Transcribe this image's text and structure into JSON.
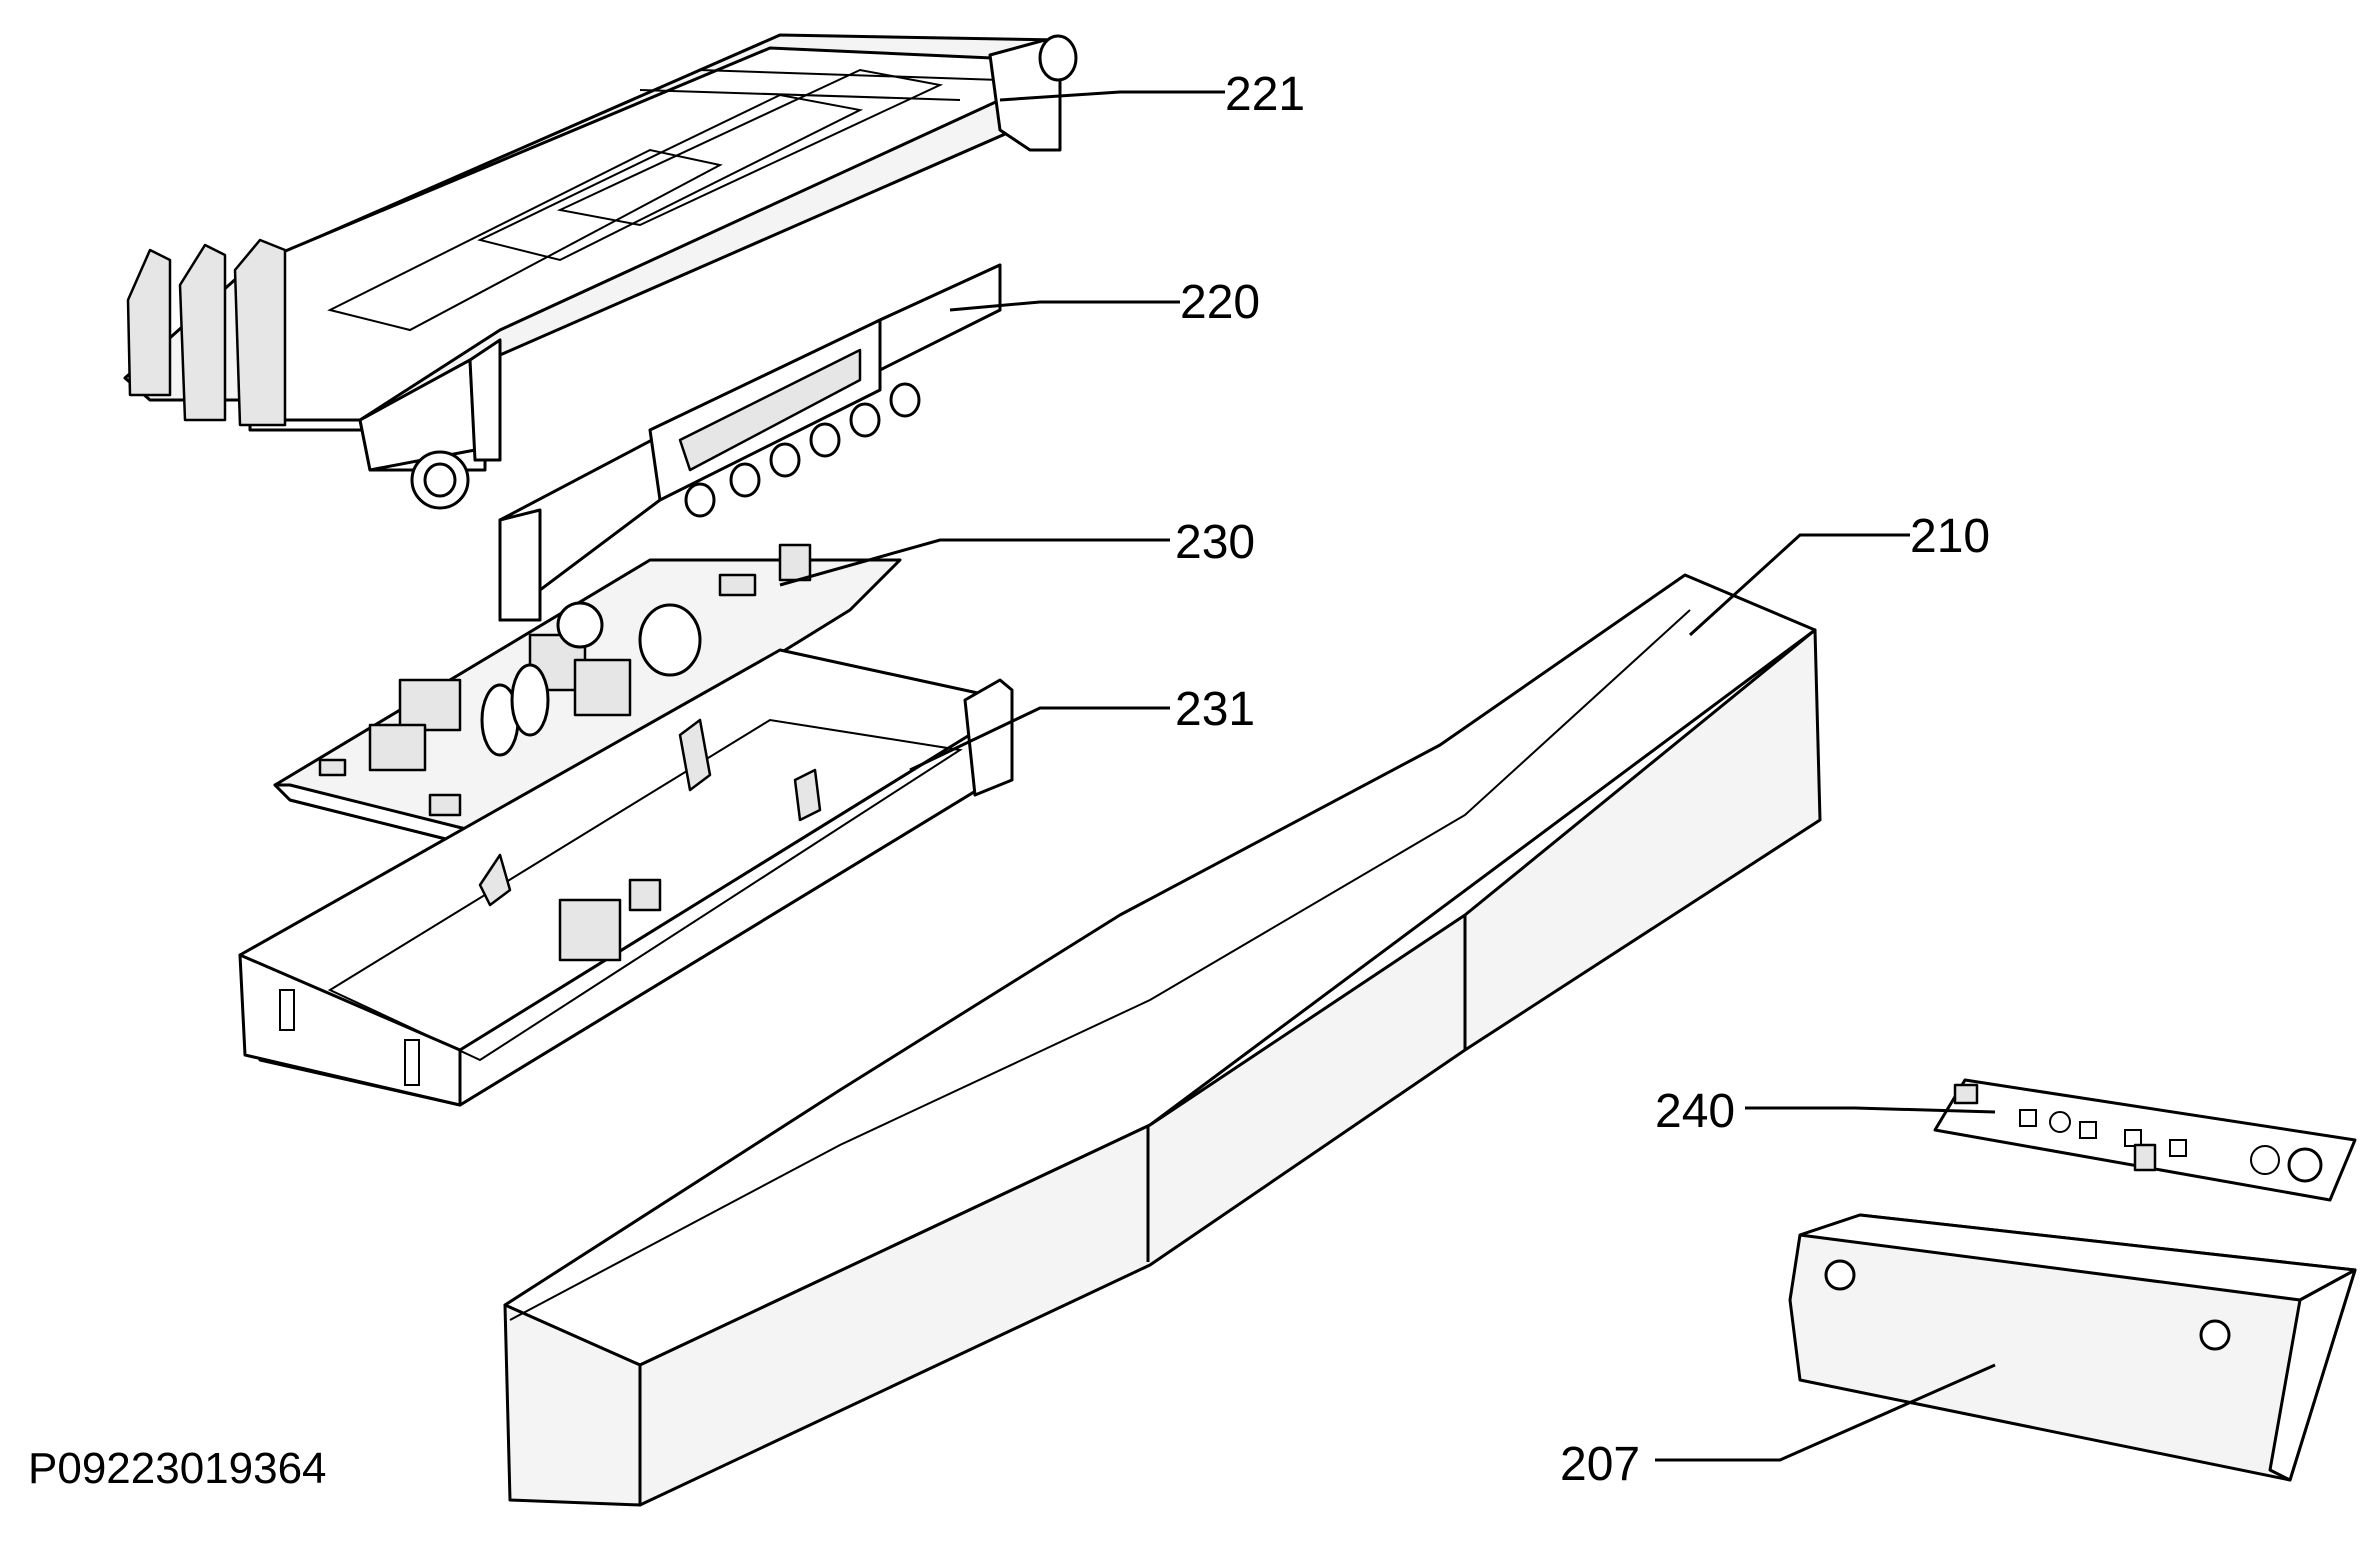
{
  "drawing_number": "P09223019364",
  "callouts": {
    "c221": "221",
    "c220": "220",
    "c230": "230",
    "c210": "210",
    "c231": "231",
    "c240": "240",
    "c207": "207"
  },
  "colors": {
    "ink": "#000000",
    "paper": "#ffffff"
  }
}
